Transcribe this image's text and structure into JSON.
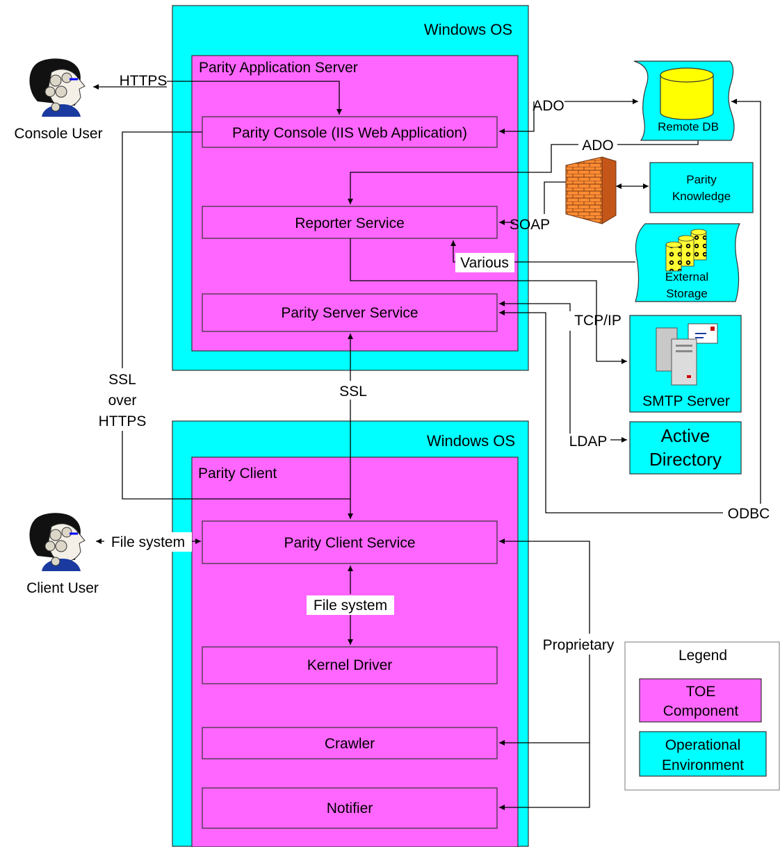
{
  "server": {
    "os_label": "Windows OS",
    "title": "Parity Application Server",
    "components": {
      "console": "Parity Console (IIS Web Application)",
      "reporter": "Reporter Service",
      "server_service": "Parity Server Service"
    }
  },
  "client": {
    "os_label": "Windows OS",
    "title": "Parity Client",
    "components": {
      "client_service": "Parity Client Service",
      "kernel_driver": "Kernel Driver",
      "crawler": "Crawler",
      "notifier": "Notifier"
    }
  },
  "actors": {
    "console_user": "Console User",
    "client_user": "Client User"
  },
  "external": {
    "remote_db": "Remote DB",
    "knowledge": [
      "Parity",
      "Knowledge"
    ],
    "storage": [
      "External",
      "Storage"
    ],
    "smtp": "SMTP Server",
    "active_directory": [
      "Active",
      "Directory"
    ]
  },
  "connections": {
    "https": "HTTPS",
    "ado_1": "ADO",
    "ado_2": "ADO",
    "soap": "SOAP",
    "various": "Various",
    "tcpip": "TCP/IP",
    "ssl": "SSL",
    "ssl_over_https": [
      "SSL",
      "over",
      "HTTPS"
    ],
    "ldap": "LDAP",
    "odbc": "ODBC",
    "client_fs": "File system",
    "kernel_fs": "File system",
    "proprietary": "Proprietary"
  },
  "legend": {
    "title": "Legend",
    "toe": [
      "TOE",
      "Component"
    ],
    "operational": [
      "Operational",
      "Environment"
    ]
  },
  "colors": {
    "toe_component": "#ff66ff",
    "operational_environment": "#00ffff",
    "database": "#ffff00",
    "firewall": "#ff8c33"
  }
}
